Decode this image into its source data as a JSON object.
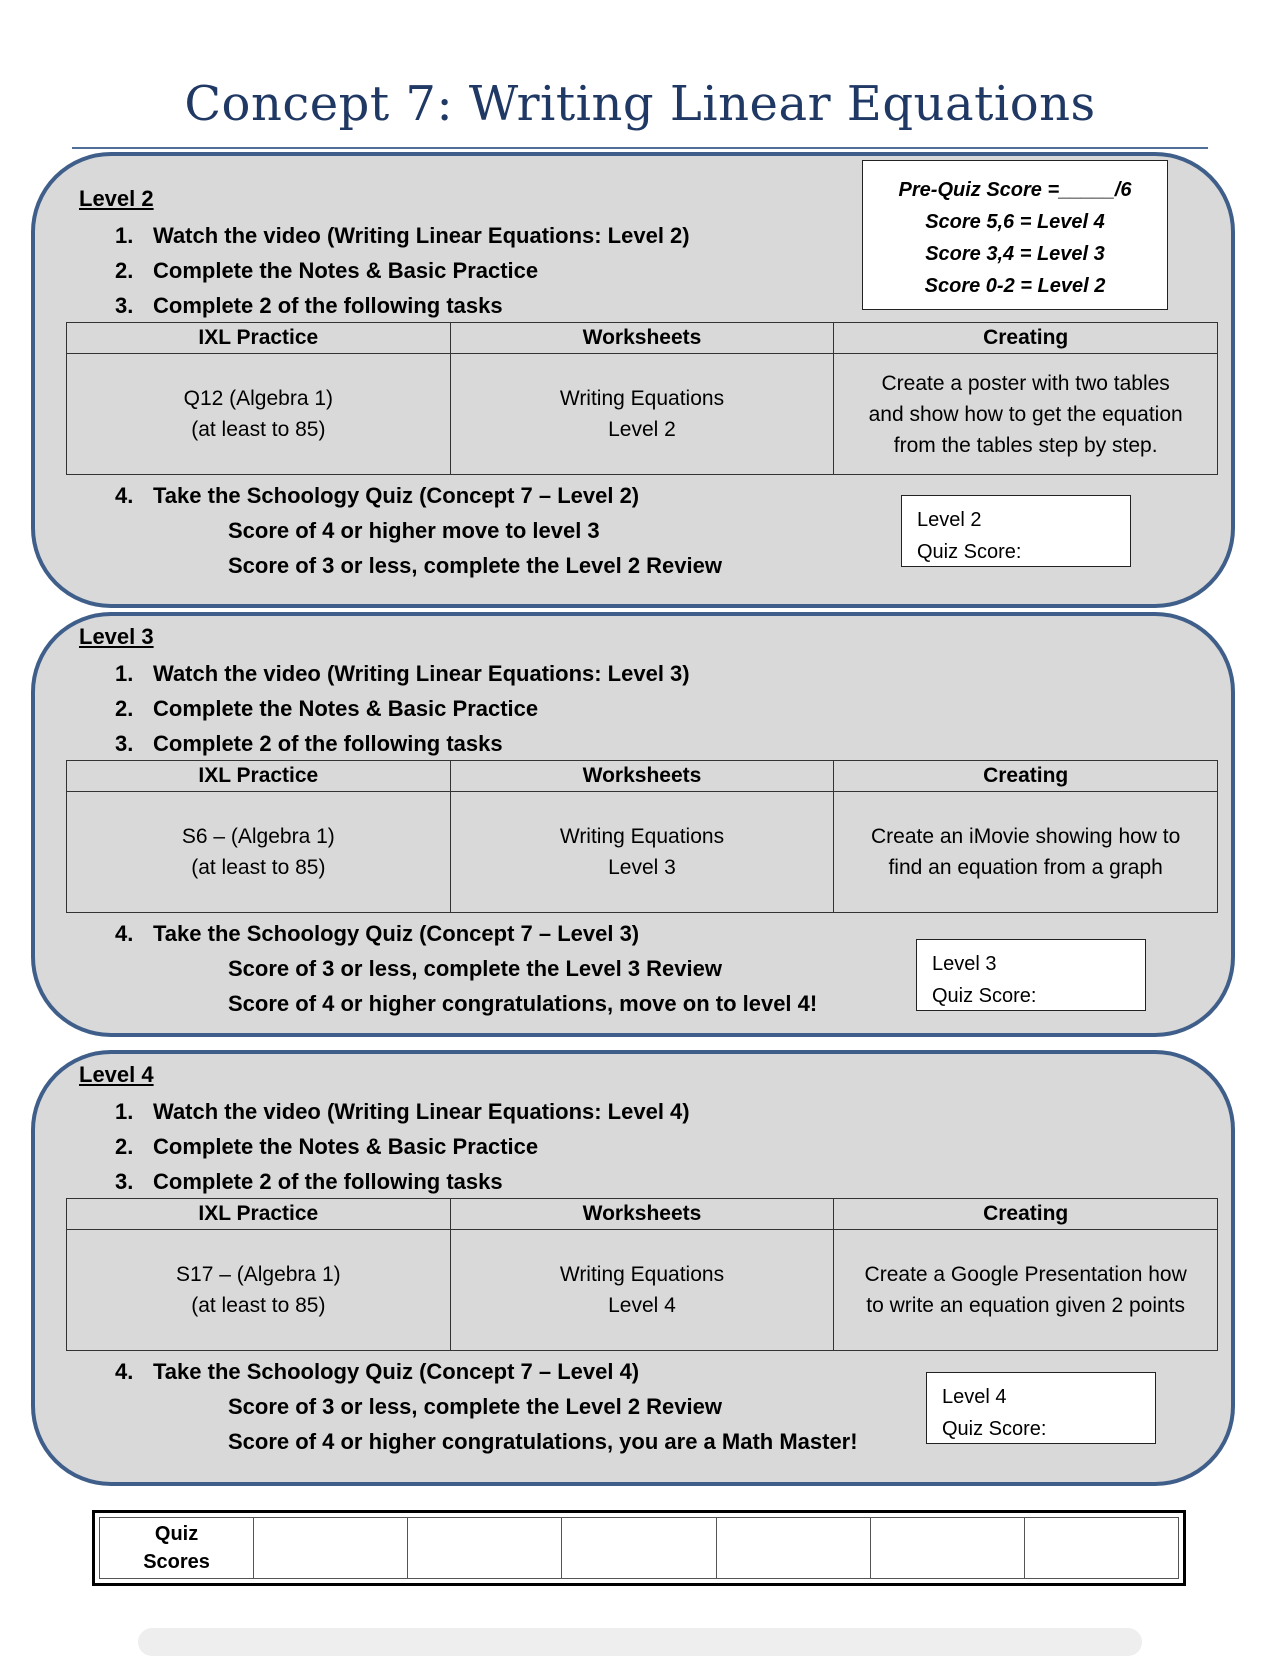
{
  "title": "Concept 7:  Writing Linear Equations",
  "pre_quiz": {
    "line1": "Pre-Quiz Score =_____/6",
    "line2": "Score 5,6 = Level 4",
    "line3": "Score  3,4 = Level 3",
    "line4": "Score 0-2 = Level 2"
  },
  "table_headers": {
    "ixl": "IXL Practice",
    "worksheets": "Worksheets",
    "creating": "Creating"
  },
  "level2": {
    "heading": "Level 2",
    "steps": [
      "1.",
      "Watch the video (Writing Linear Equations:  Level 2)",
      "2.",
      "Complete the Notes & Basic Practice",
      "3.",
      "Complete 2 of the following tasks"
    ],
    "ixl": [
      "Q12 (Algebra 1)",
      "(at least to 85)"
    ],
    "worksheets": [
      "Writing Equations",
      "Level 2"
    ],
    "creating": [
      "Create a poster with two tables",
      "and show how to get the equation",
      "from the tables step by step."
    ],
    "quiz_step_num": "4.",
    "quiz_step": "Take the Schoology Quiz (Concept 7 – Level 2)",
    "result1": "Score of 4 or higher move to level 3",
    "result2": "Score of 3 or less, complete the Level 2 Review",
    "quiz_box": [
      "Level 2",
      "Quiz Score:"
    ]
  },
  "level3": {
    "heading": "Level 3",
    "steps": [
      "1.",
      "Watch the video (Writing Linear Equations:  Level 3)",
      "2.",
      "Complete the Notes & Basic Practice",
      "3.",
      "Complete 2 of the following tasks"
    ],
    "ixl": [
      "S6 – (Algebra 1)",
      "(at least to 85)"
    ],
    "worksheets": [
      "Writing Equations",
      "Level 3"
    ],
    "creating": [
      "Create an iMovie showing how to",
      "find an equation from a graph"
    ],
    "quiz_step_num": "4.",
    "quiz_step": "Take the Schoology Quiz (Concept 7 – Level 3)",
    "result1": "Score of 3 or less, complete the Level 3 Review",
    "result2": "Score of 4 or higher congratulations, move on to level 4!",
    "quiz_box": [
      "Level 3",
      "Quiz Score:"
    ]
  },
  "level4": {
    "heading": "Level 4",
    "steps": [
      "1.",
      "Watch the video (Writing Linear Equations:  Level 4)",
      "2.",
      "Complete the Notes & Basic Practice",
      "3.",
      "Complete 2 of the following tasks"
    ],
    "ixl": [
      "S17 – (Algebra 1)",
      "(at least to 85)"
    ],
    "worksheets": [
      "Writing Equations",
      "Level 4"
    ],
    "creating": [
      "Create a Google Presentation how",
      "to write an equation given 2 points"
    ],
    "quiz_step_num": "4.",
    "quiz_step": "Take the Schoology Quiz (Concept 7 – Level 4)",
    "result1": "Score of 3 or less, complete the Level 2 Review",
    "result2": "Score of 4 or higher congratulations, you are a Math Master!",
    "quiz_box": [
      "Level 4",
      "Quiz Score:"
    ]
  },
  "quiz_scores": {
    "label_line1": "Quiz",
    "label_line2": "Scores"
  }
}
